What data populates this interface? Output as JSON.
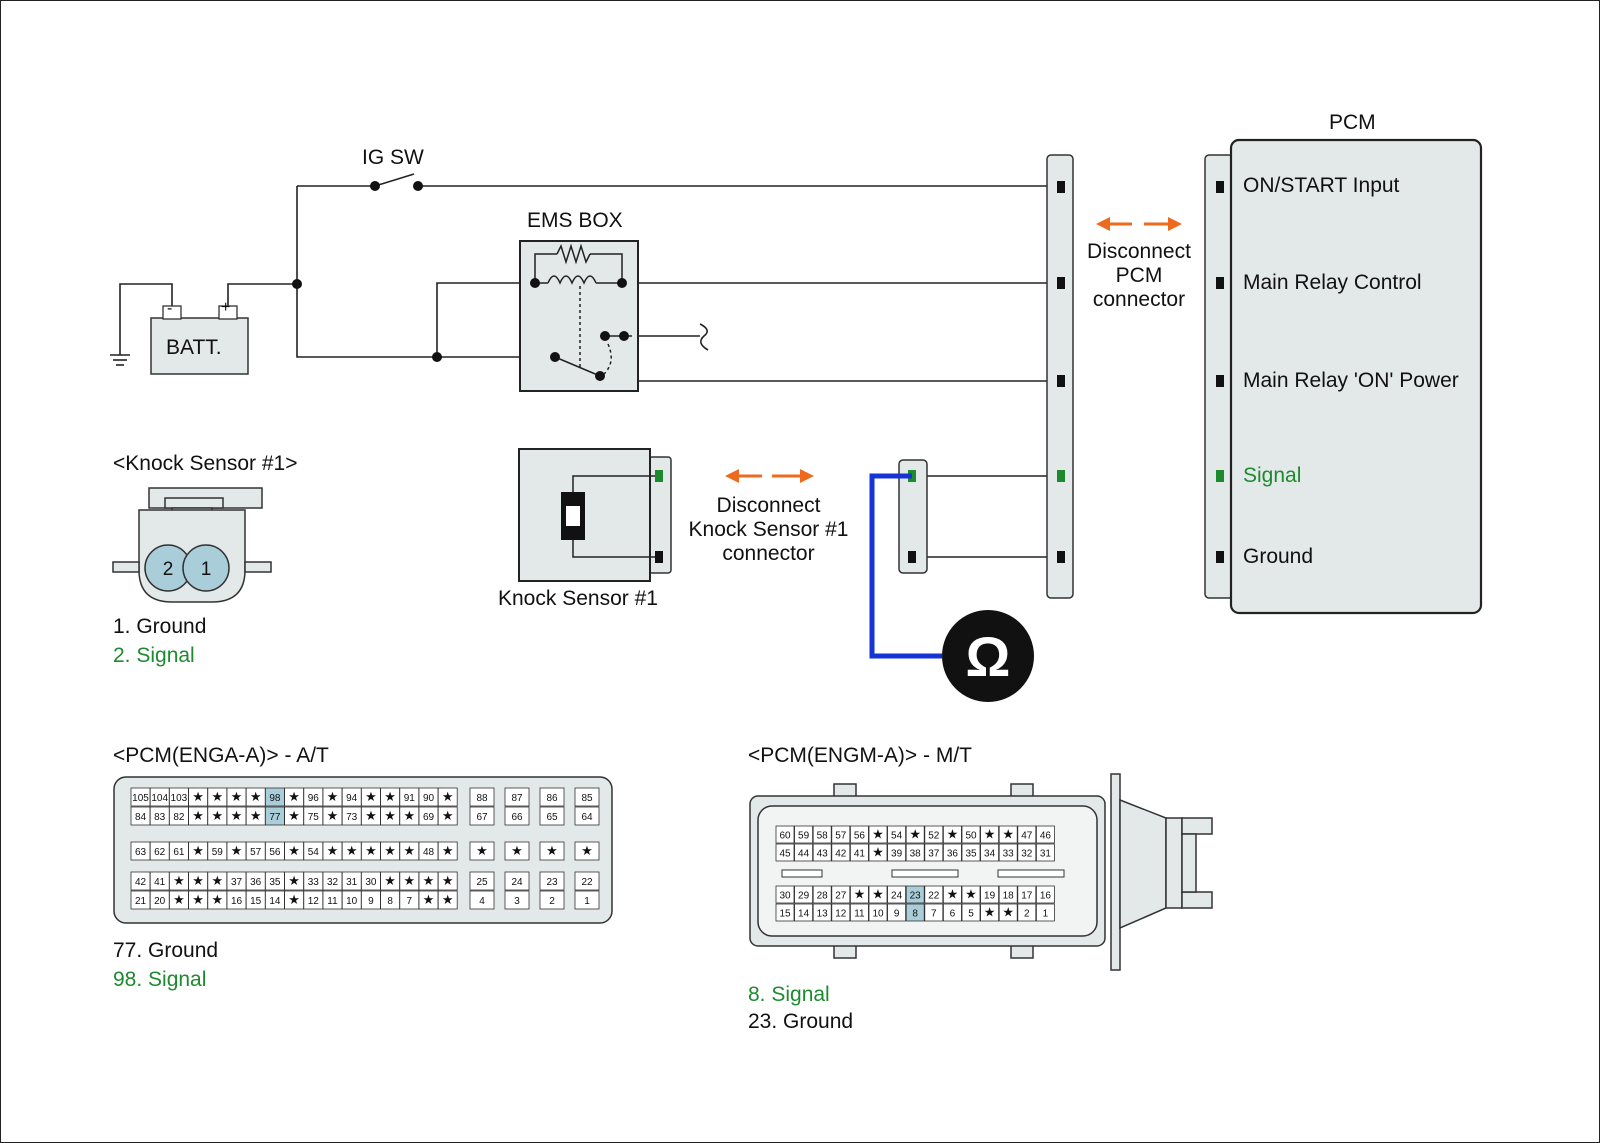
{
  "colors": {
    "signal_green": "#1e8a2e",
    "meter_wire_blue": "#1633d6",
    "disconnect_arrow_orange": "#ee6a1f",
    "highlight_pin": "#a9cdd9",
    "connector_fill": "#e3e8e8"
  },
  "labels": {
    "ig_sw": "IG SW",
    "batt": "BATT.",
    "batt_minus": "-",
    "batt_plus": "+",
    "ems_box": "EMS BOX",
    "pcm": "PCM",
    "disconnect_pcm": [
      "Disconnect",
      "PCM",
      "connector"
    ],
    "disconnect_knock": [
      "Disconnect",
      "Knock Sensor #1",
      "connector"
    ],
    "knock_sensor_component": "Knock Sensor #1",
    "ohm_symbol": "Ω"
  },
  "pcm_pins": [
    {
      "label": "ON/START Input",
      "signal": false
    },
    {
      "label": "Main Relay Control",
      "signal": false
    },
    {
      "label": "Main Relay 'ON' Power",
      "signal": false
    },
    {
      "label": "Signal",
      "signal": true
    },
    {
      "label": "Ground",
      "signal": false
    }
  ],
  "knock_connector": {
    "title": "<Knock Sensor #1>",
    "pins": [
      "2",
      "1"
    ],
    "legend": [
      {
        "text": "1. Ground",
        "signal": false
      },
      {
        "text": "2. Signal",
        "signal": true
      }
    ]
  },
  "pcm_at": {
    "title": "<PCM(ENGA-A)> - A/T",
    "blocks": [
      {
        "rows": [
          [
            "105",
            "104",
            "103",
            "★",
            "★",
            "★",
            "★",
            "98",
            "★",
            "96",
            "★",
            "94",
            "★",
            "★",
            "91",
            "90",
            "★"
          ],
          [
            "84",
            "83",
            "82",
            "★",
            "★",
            "★",
            "★",
            "77",
            "★",
            "75",
            "★",
            "73",
            "★",
            "★",
            "★",
            "69",
            "★"
          ]
        ]
      },
      {
        "rows": [
          [
            "63",
            "62",
            "61",
            "★",
            "59",
            "★",
            "57",
            "56",
            "★",
            "54",
            "★",
            "★",
            "★",
            "★",
            "★",
            "48",
            "★"
          ]
        ]
      },
      {
        "rows": [
          [
            "42",
            "41",
            "★",
            "★",
            "★",
            "37",
            "36",
            "35",
            "★",
            "33",
            "32",
            "31",
            "30",
            "★",
            "★",
            "★",
            "★"
          ],
          [
            "21",
            "20",
            "★",
            "★",
            "★",
            "16",
            "15",
            "14",
            "★",
            "12",
            "11",
            "10",
            "9",
            "8",
            "7",
            "★",
            "★"
          ]
        ]
      }
    ],
    "side_groups": [
      [
        "88",
        "67"
      ],
      [
        "87",
        "66"
      ],
      [
        "86",
        "65"
      ],
      [
        "85",
        "64"
      ],
      [
        "★"
      ],
      [
        "★"
      ],
      [
        "★"
      ],
      [
        "★"
      ],
      [
        "25",
        "4"
      ],
      [
        "24",
        "3"
      ],
      [
        "23",
        "2"
      ],
      [
        "22",
        "1"
      ]
    ],
    "highlighted": [
      "98",
      "77"
    ],
    "legend": [
      {
        "text": "77. Ground",
        "signal": false
      },
      {
        "text": "98. Signal",
        "signal": true
      }
    ]
  },
  "pcm_mt": {
    "title": "<PCM(ENGM-A)> - M/T",
    "top_rows": [
      [
        "60",
        "59",
        "58",
        "57",
        "56",
        "★",
        "54",
        "★",
        "52",
        "★",
        "50",
        "★",
        "★",
        "47",
        "46"
      ],
      [
        "45",
        "44",
        "43",
        "42",
        "41",
        "★",
        "39",
        "38",
        "37",
        "36",
        "35",
        "34",
        "33",
        "32",
        "31"
      ]
    ],
    "bottom_rows": [
      [
        "30",
        "29",
        "28",
        "27",
        "★",
        "★",
        "24",
        "23",
        "22",
        "★",
        "★",
        "19",
        "18",
        "17",
        "16"
      ],
      [
        "15",
        "14",
        "13",
        "12",
        "11",
        "10",
        "9",
        "8",
        "7",
        "6",
        "5",
        "★",
        "★",
        "2",
        "1"
      ]
    ],
    "highlighted": [
      "23",
      "8"
    ],
    "legend": [
      {
        "text": "8. Signal",
        "signal": true
      },
      {
        "text": "23. Ground",
        "signal": false
      }
    ]
  }
}
